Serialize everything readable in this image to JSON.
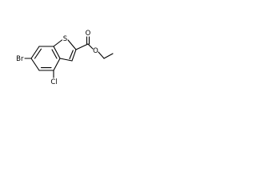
{
  "molecule": {
    "atoms": {
      "bromine": "Br",
      "sulfur": "S",
      "chlorine": "Cl",
      "carbonyl_oxygen": "O",
      "ester_oxygen": "O"
    }
  }
}
